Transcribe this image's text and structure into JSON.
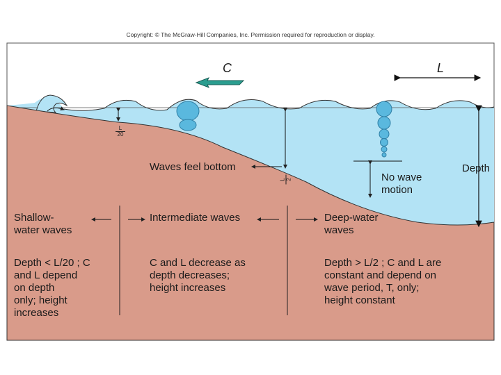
{
  "header": {
    "copyright": "Copyright: © The McGraw-Hill Companies, Inc. Permission required for reproduction or display."
  },
  "diagram": {
    "wave_speed_label": "C",
    "wavelength_label": "L",
    "depth_label": "Depth",
    "feel_bottom_label": "Waves feel bottom",
    "no_motion_line1": "No wave",
    "no_motion_line2": "motion",
    "frac_shallow": {
      "num": "L",
      "den": "20"
    },
    "frac_deep": {
      "num": "L",
      "den": "2"
    }
  },
  "zones": [
    {
      "title_lines": [
        "Shallow-",
        "water waves"
      ],
      "desc_lines": [
        "Depth < L/20 ; C",
        "and L depend",
        "on depth",
        "only; height",
        "increases"
      ]
    },
    {
      "title_lines": [
        "Intermediate waves"
      ],
      "desc_lines": [
        "C and L decrease as",
        "depth decreases;",
        "height increases"
      ]
    },
    {
      "title_lines": [
        "Deep-water",
        "waves"
      ],
      "desc_lines": [
        "Depth > L/2 ; C and L are",
        "constant and depend on",
        "wave period, T, only;",
        "height constant"
      ]
    }
  ],
  "colors": {
    "water": "#b3e3f5",
    "seafloor": "#d99b8a",
    "arrow_teal": "#2a9d8f",
    "orbit": "#5ab8de"
  }
}
